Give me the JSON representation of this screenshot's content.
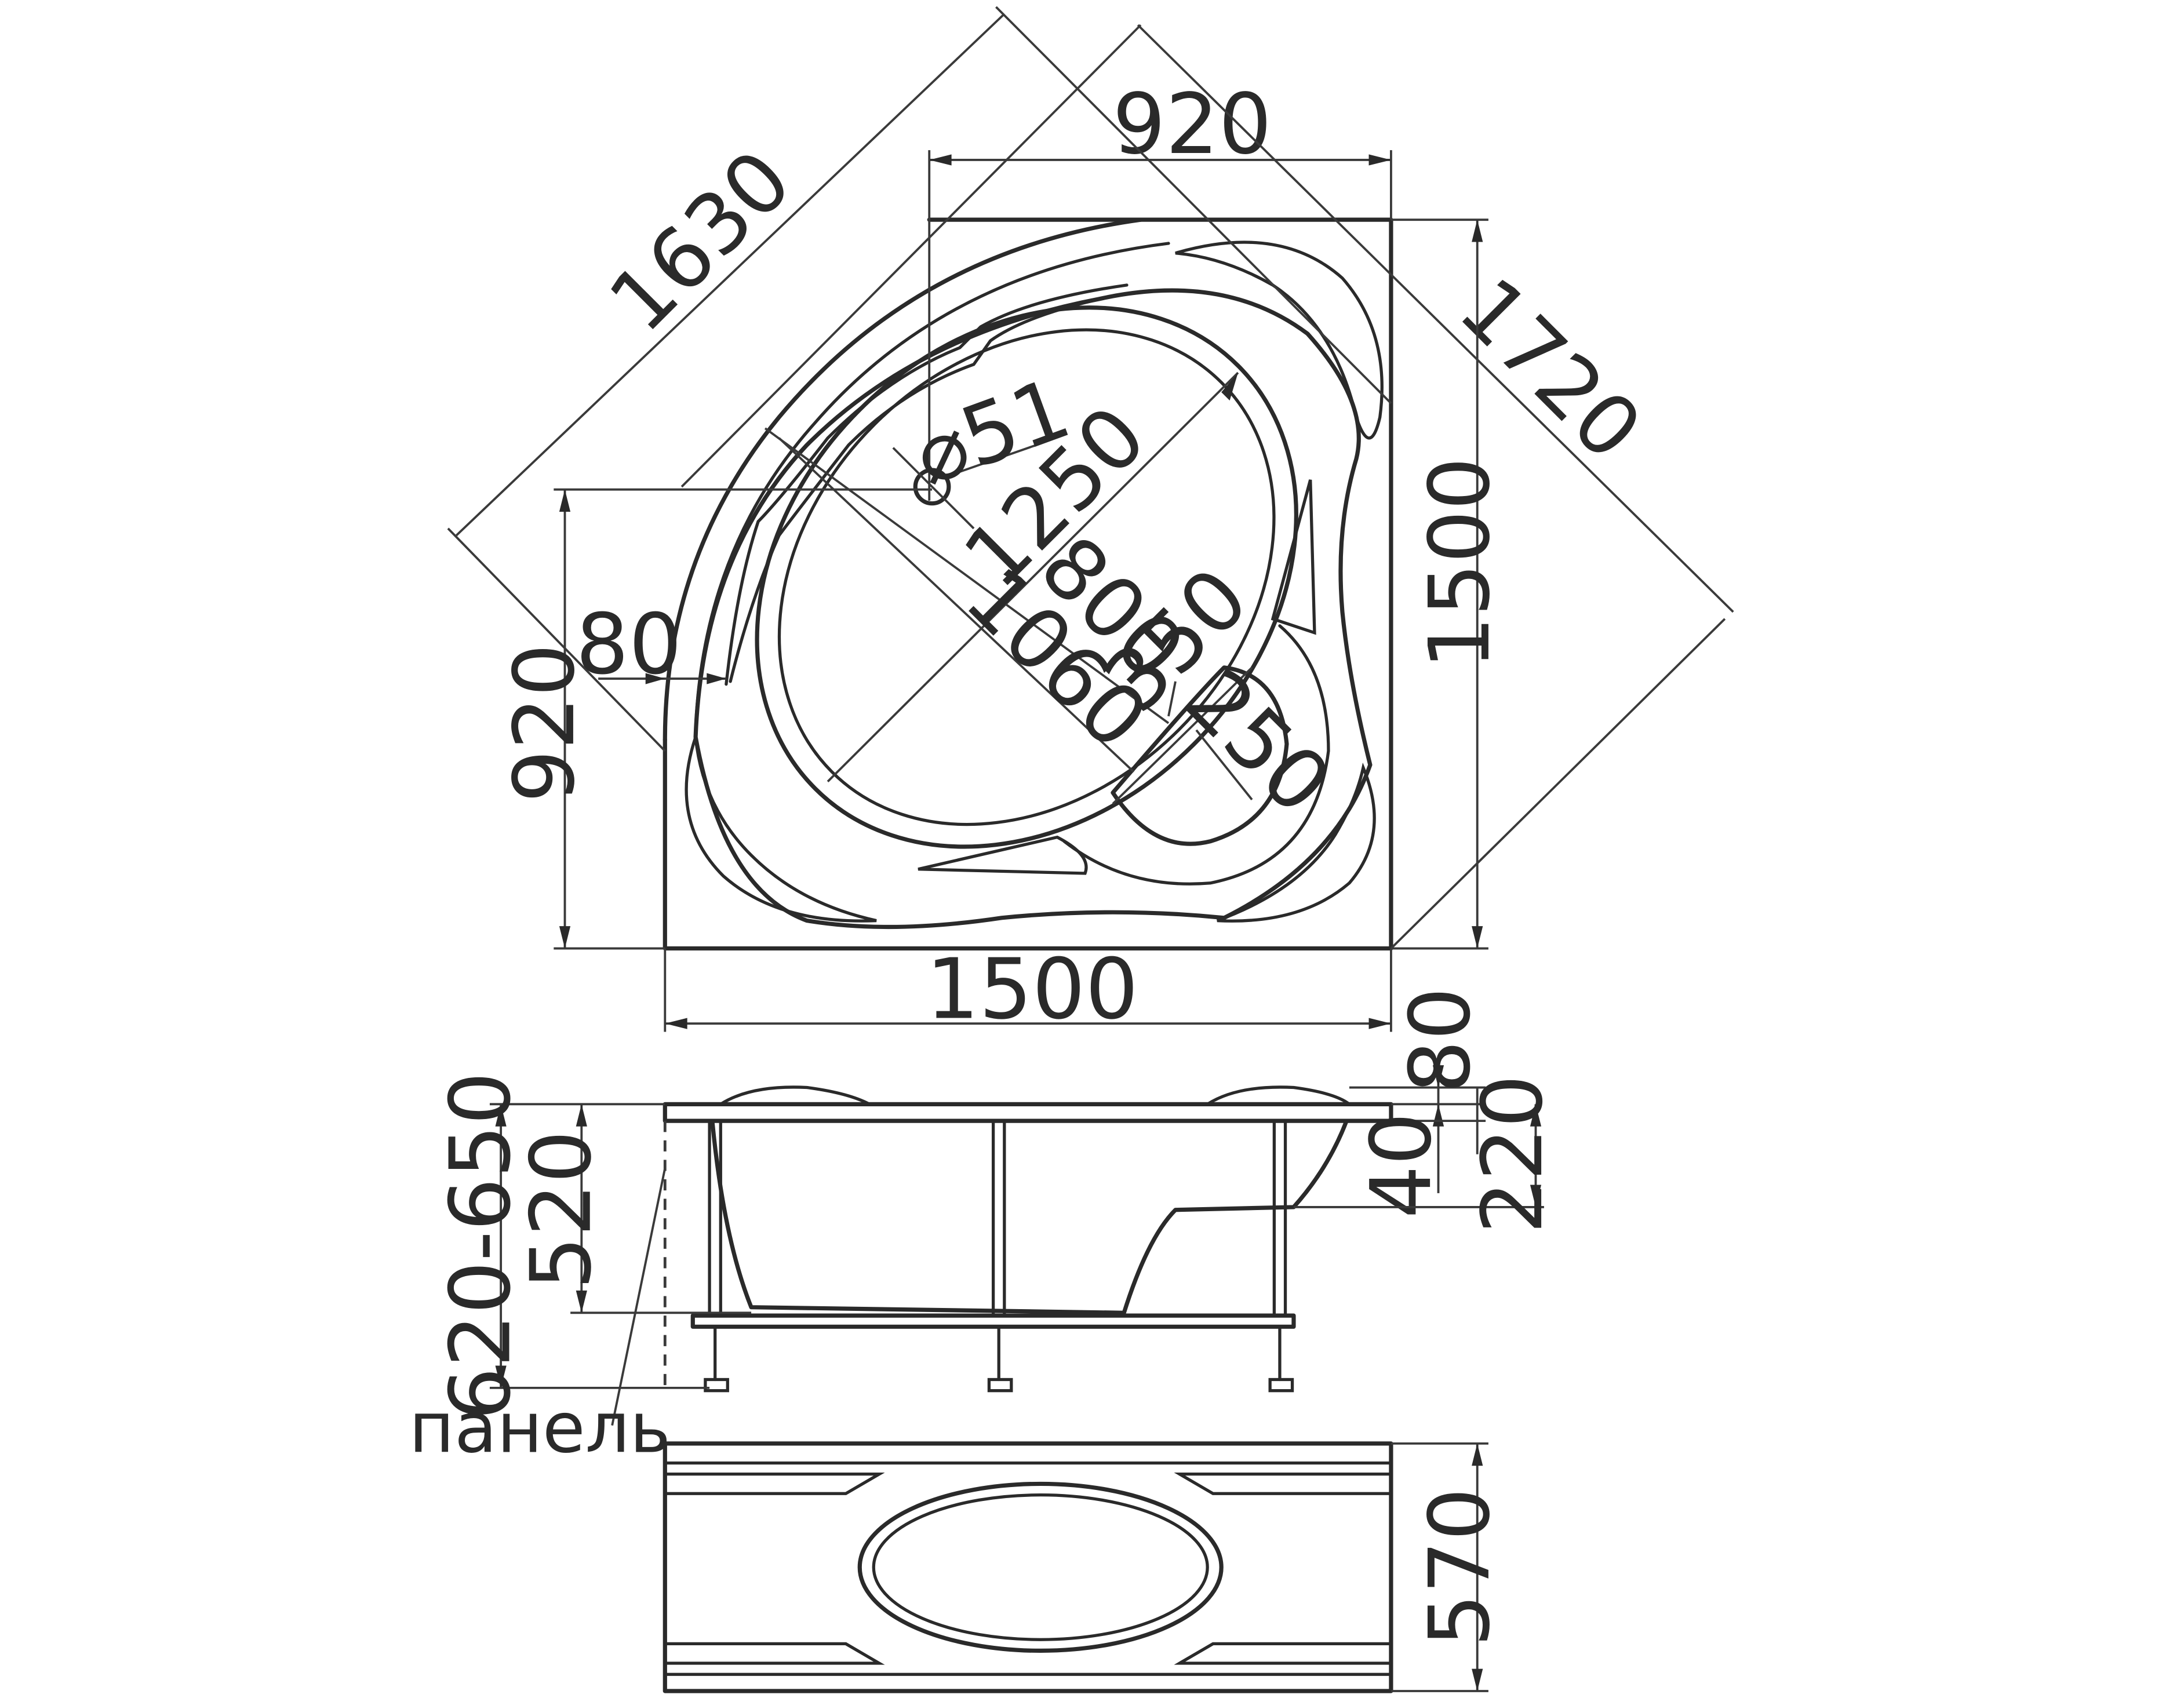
{
  "top_view": {
    "dim_920_top": "920",
    "dim_1630": "1630",
    "dim_1720": "1720",
    "dim_1500_right": "1500",
    "dim_1500_bottom": "1500",
    "dim_920_left": "920",
    "dim_80": "80",
    "dim_d51": "⌀51",
    "dim_1250": "1250",
    "dim_800": "800",
    "dim_1060": "1060",
    "dim_350": "350",
    "dim_250": "250"
  },
  "side_view": {
    "dim_80": "80",
    "dim_40": "40",
    "dim_220": "220",
    "dim_520": "520",
    "dim_620_650": "620-650",
    "panel_label": "панель"
  },
  "panel_view": {
    "dim_570": "570"
  }
}
